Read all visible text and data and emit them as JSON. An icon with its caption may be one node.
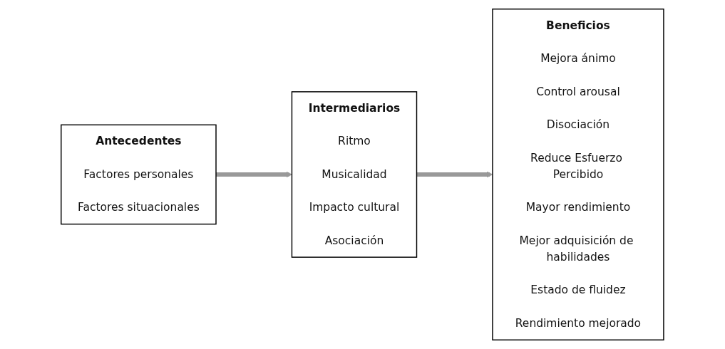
{
  "diagram": {
    "nodes": [
      {
        "text": [
          "Antecedentes",
          "Factores personales",
          "Factores situacionales"
        ]
      },
      {
        "text": [
          "Intermediarios",
          "Ritmo",
          "Musicalidad",
          "Impacto cultural",
          "Asociación"
        ]
      },
      {
        "text": [
          "Beneficios",
          "Mejora ánimo",
          "Control arousal",
          "Disociación",
          "Reduce Esfuerzo Percibido",
          "Mayor rendimiento",
          "Mejor adquisición de habilidades",
          "Estado de fluidez",
          "Rendimiento mejorado"
        ]
      }
    ],
    "edges": [
      {
        "from": 0,
        "to": 1,
        "arrow": "to"
      },
      {
        "from": 1,
        "to": 2,
        "arrow": "to"
      }
    ]
  }
}
